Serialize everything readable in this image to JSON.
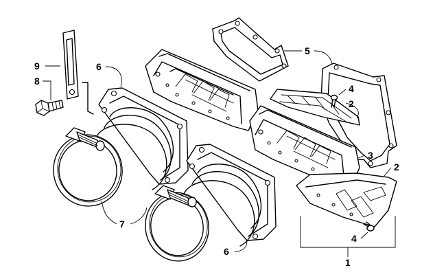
{
  "diagram": {
    "callouts": [
      {
        "id": "c9",
        "text": "9"
      },
      {
        "id": "c8",
        "text": "8"
      },
      {
        "id": "c6a",
        "text": "6"
      },
      {
        "id": "c5",
        "text": "5"
      },
      {
        "id": "c4a",
        "text": "4"
      },
      {
        "id": "c2a",
        "text": "2"
      },
      {
        "id": "c3",
        "text": "3"
      },
      {
        "id": "c2b",
        "text": "2"
      },
      {
        "id": "c7",
        "text": "7"
      },
      {
        "id": "c6b",
        "text": "6"
      },
      {
        "id": "c4b",
        "text": "4"
      },
      {
        "id": "c1",
        "text": "1"
      }
    ]
  }
}
